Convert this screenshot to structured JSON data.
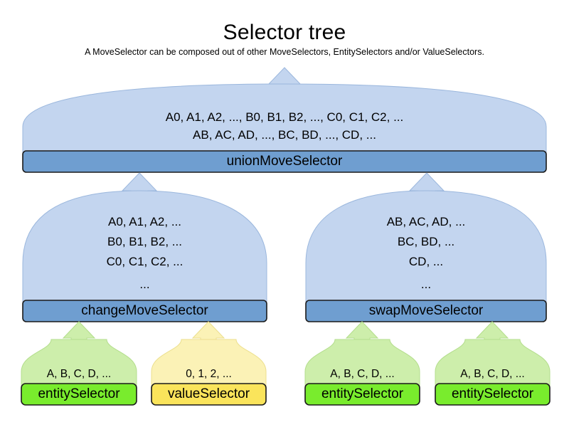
{
  "header": {
    "title": "Selector tree",
    "subtitle": "A MoveSelector can be composed out of other MoveSelectors, EntitySelectors and/or ValueSelectors."
  },
  "colors": {
    "dome_blue_fill": "#c3d5ef",
    "dome_blue_stroke": "#9bb7dd",
    "bar_blue_fill": "#6f9ed0",
    "bar_blue_stroke": "#1a1a1a",
    "dome_green_fill": "#cdeeab",
    "dome_green_stroke": "#b3dd8c",
    "box_green_fill": "#79ec2d",
    "box_green_stroke": "#1a1a1a",
    "dome_yellow_fill": "#fbf2b6",
    "dome_yellow_stroke": "#ecdf8e",
    "box_yellow_fill": "#fae45b",
    "box_yellow_stroke": "#1a1a1a",
    "background": "#ffffff",
    "text": "#000000"
  },
  "tree": {
    "root": {
      "label": "unionMoveSelector",
      "items": [
        "A0, A1, A2, ..., B0, B1, B2, ..., C0, C1, C2, ...",
        "AB, AC, AD, ..., BC, BD, ..., CD, ..."
      ]
    },
    "middle": [
      {
        "label": "changeMoveSelector",
        "items": [
          "A0, A1, A2, ...",
          "B0, B1, B2, ...",
          "C0, C1, C2, ...",
          "..."
        ]
      },
      {
        "label": "swapMoveSelector",
        "items": [
          "AB, AC, AD, ...",
          "BC, BD, ...",
          "CD, ...",
          "..."
        ]
      }
    ],
    "leaves": [
      {
        "label": "entitySelector",
        "items": "A, B, C, D, ...",
        "kind": "entity"
      },
      {
        "label": "valueSelector",
        "items": "0, 1, 2, ...",
        "kind": "value"
      },
      {
        "label": "entitySelector",
        "items": "A, B, C, D, ...",
        "kind": "entity"
      },
      {
        "label": "entitySelector",
        "items": "A, B, C, D, ...",
        "kind": "entity"
      }
    ]
  }
}
